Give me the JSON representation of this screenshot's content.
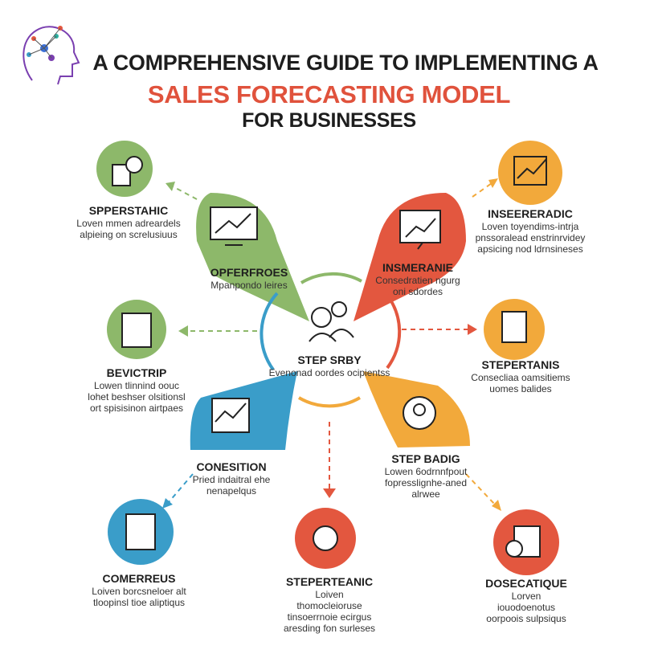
{
  "title": {
    "line1": "A COMPREHENSIVE GUIDE TO IMPLEMENTING A",
    "line2": "SALES FORECASTING MODEL",
    "line3": "FOR BUSINESSES"
  },
  "colors": {
    "green": "#8db86a",
    "red": "#e3573f",
    "orange": "#f2a93b",
    "blue": "#3a9dc9"
  },
  "center": {
    "title": "STEP SRBY",
    "desc": "Evenonad oordes ocipientss"
  },
  "steps": [
    {
      "title": "SPPERSTAHIC",
      "desc": "Loven mmen adreardels alpieing on screlusiuus"
    },
    {
      "title": "OPFERFROES",
      "desc": "Mpanpondo leires"
    },
    {
      "title": "INSMERANIE",
      "desc": "Consedratien ngurg oni sdordes"
    },
    {
      "title": "INSEERERADIC",
      "desc": "Loven toyendims-intrja pnssoralead enstrinrvidey apsicing nod ldrnsineses"
    },
    {
      "title": "BEVICTRIP",
      "desc": "Lowen tlinnind oouc lohet beshser olsitionsl ort spisisinon airtpaes"
    },
    {
      "title": "STEPERTANIS",
      "desc": "Consecliaa oamsitiems uomes balides"
    },
    {
      "title": "CONESITION",
      "desc": "Pried indaitral ehe nenapelqus"
    },
    {
      "title": "STEP BADIG",
      "desc": "Lowen 6odrnnfpout fopresslignhe-aned alrwee"
    },
    {
      "title": "COMERREUS",
      "desc": "Loiven borcsneloer alt tloopinsl tioe aliptiqus"
    },
    {
      "title": "STEPERTEANIC",
      "desc": "Loiven thomocleioruse tinsoerrnoie ecirgus aresding fon surleses"
    },
    {
      "title": "DOSECATIQUE",
      "desc": "Lorven iouodoenotus oorpoois sulpsiqus"
    }
  ]
}
